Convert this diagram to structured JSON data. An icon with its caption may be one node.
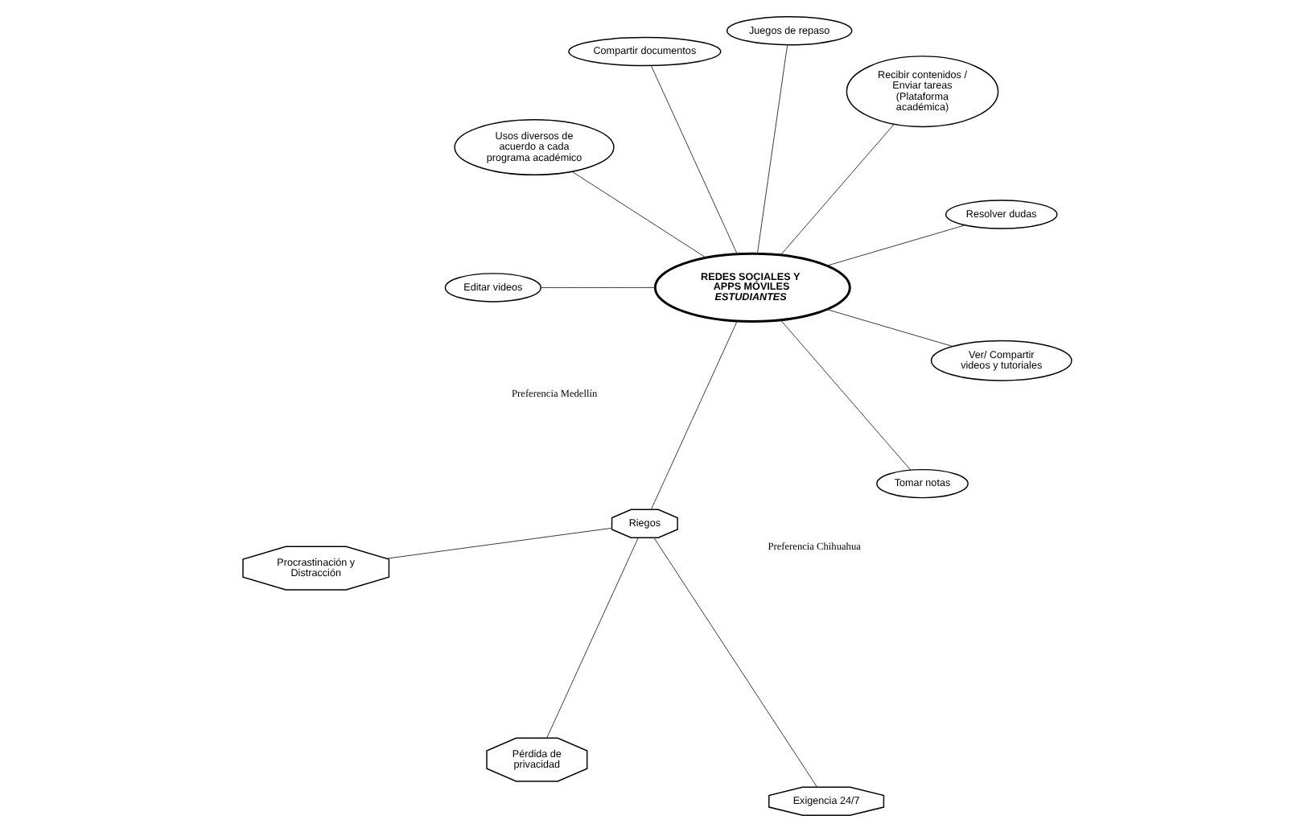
{
  "diagram": {
    "nodes": [
      {
        "text": [
          "REDES SOCIALES Y APPS MÓVILES",
          "ESTUDIANTES"
        ]
      },
      {
        "text": [
          "Resolver dudas"
        ]
      },
      {
        "text": [
          "Recibir contenidos / Enviar tareas (Plataforma académica)"
        ]
      },
      {
        "text": [
          "Juegos de repaso"
        ]
      },
      {
        "text": [
          "Compartir documentos"
        ]
      },
      {
        "text": [
          "Usos diversos de acuerdo a cada programa académico"
        ]
      },
      {
        "text": [
          "Editar videos"
        ]
      },
      {
        "text": [
          "Procrastinación y Distracción"
        ]
      },
      {
        "text": [
          "Riegos"
        ]
      },
      {
        "text": [
          "Tomar notas"
        ]
      },
      {
        "text": [
          "Ver/ Compartir videos y tutoriales"
        ]
      },
      {
        "text": [
          "Pérdida de privacidad"
        ]
      },
      {
        "text": [
          "Exigencia 24/7"
        ]
      }
    ],
    "edges": [
      {
        "from": 0,
        "to": 1,
        "arrow": "none"
      },
      {
        "from": 0,
        "to": 2,
        "arrow": "none"
      },
      {
        "from": 0,
        "to": 3,
        "arrow": "none"
      },
      {
        "from": 0,
        "to": 4,
        "arrow": "none"
      },
      {
        "from": 0,
        "to": 5,
        "arrow": "none"
      },
      {
        "from": 0,
        "to": 6,
        "arrow": "none"
      },
      {
        "from": 0,
        "to": 8,
        "arrow": "none"
      },
      {
        "from": 0,
        "to": 9,
        "arrow": "none"
      },
      {
        "from": 0,
        "to": 10,
        "arrow": "none"
      },
      {
        "from": 8,
        "to": 7,
        "arrow": "none"
      },
      {
        "from": 8,
        "to": 11,
        "arrow": "none"
      },
      {
        "from": 8,
        "to": 12,
        "arrow": "none"
      }
    ],
    "labels": [
      "Preferencia Chihuahua",
      "Preferencia Medellín"
    ]
  }
}
